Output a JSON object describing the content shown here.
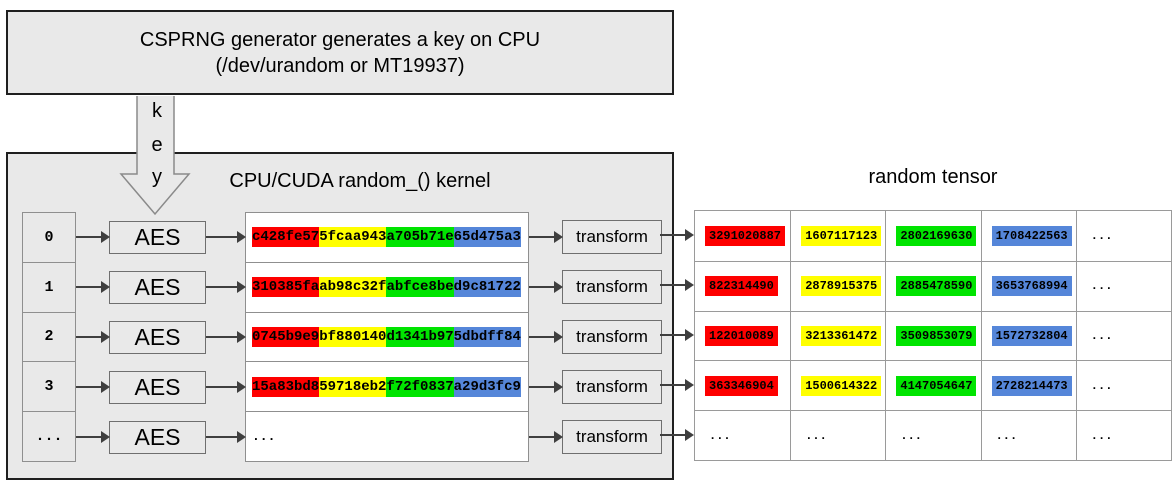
{
  "colors": {
    "red": "#fe0000",
    "yellow": "#ffff00",
    "green": "#00e400",
    "blue": "#5586d9"
  },
  "top_box": {
    "line1": "CSPRNG generator generates a key on CPU",
    "line2": "(/dev/urandom or MT19937)"
  },
  "key_arrow": {
    "letters": [
      "k",
      "e",
      "y"
    ]
  },
  "kernel": {
    "title": "CPU/CUDA random_() kernel",
    "rows": [
      {
        "index": "0",
        "aes_label": "AES",
        "transform_label": "transform",
        "hex": [
          {
            "t": "c428fe57",
            "c": "red"
          },
          {
            "t": "5fcaa943",
            "c": "yellow"
          },
          {
            "t": "a705b71e",
            "c": "green"
          },
          {
            "t": "65d475a3",
            "c": "blue"
          }
        ]
      },
      {
        "index": "1",
        "aes_label": "AES",
        "transform_label": "transform",
        "hex": [
          {
            "t": "310385fa",
            "c": "red"
          },
          {
            "t": "ab98c32f",
            "c": "yellow"
          },
          {
            "t": "abfce8be",
            "c": "green"
          },
          {
            "t": "d9c81722",
            "c": "blue"
          }
        ]
      },
      {
        "index": "2",
        "aes_label": "AES",
        "transform_label": "transform",
        "hex": [
          {
            "t": "0745b9e9",
            "c": "red"
          },
          {
            "t": "bf880140",
            "c": "yellow"
          },
          {
            "t": "d1341b97",
            "c": "green"
          },
          {
            "t": "5dbdff84",
            "c": "blue"
          }
        ]
      },
      {
        "index": "3",
        "aes_label": "AES",
        "transform_label": "transform",
        "hex": [
          {
            "t": "15a83bd8",
            "c": "red"
          },
          {
            "t": "59718eb2",
            "c": "yellow"
          },
          {
            "t": "f72f0837",
            "c": "green"
          },
          {
            "t": "a29d3fc9",
            "c": "blue"
          }
        ]
      },
      {
        "index": "...",
        "aes_label": "AES",
        "transform_label": "transform",
        "hex_ellipsis": "..."
      }
    ]
  },
  "tensor": {
    "title": "random tensor",
    "rows": [
      {
        "cells": [
          {
            "t": "3291020887",
            "c": "red"
          },
          {
            "t": "1607117123",
            "c": "yellow"
          },
          {
            "t": "2802169630",
            "c": "green"
          },
          {
            "t": "1708422563",
            "c": "blue"
          },
          {
            "t": "...",
            "c": "none"
          }
        ]
      },
      {
        "cells": [
          {
            "t": "822314490",
            "c": "red"
          },
          {
            "t": "2878915375",
            "c": "yellow"
          },
          {
            "t": "2885478590",
            "c": "green"
          },
          {
            "t": "3653768994",
            "c": "blue"
          },
          {
            "t": "...",
            "c": "none"
          }
        ]
      },
      {
        "cells": [
          {
            "t": "122010089",
            "c": "red"
          },
          {
            "t": "3213361472",
            "c": "yellow"
          },
          {
            "t": "3509853079",
            "c": "green"
          },
          {
            "t": "1572732804",
            "c": "blue"
          },
          {
            "t": "...",
            "c": "none"
          }
        ]
      },
      {
        "cells": [
          {
            "t": "363346904",
            "c": "red"
          },
          {
            "t": "1500614322",
            "c": "yellow"
          },
          {
            "t": "4147054647",
            "c": "green"
          },
          {
            "t": "2728214473",
            "c": "blue"
          },
          {
            "t": "...",
            "c": "none"
          }
        ]
      },
      {
        "cells": [
          {
            "t": "...",
            "c": "none"
          },
          {
            "t": "...",
            "c": "none"
          },
          {
            "t": "...",
            "c": "none"
          },
          {
            "t": "...",
            "c": "none"
          },
          {
            "t": "...",
            "c": "none"
          }
        ]
      }
    ]
  }
}
